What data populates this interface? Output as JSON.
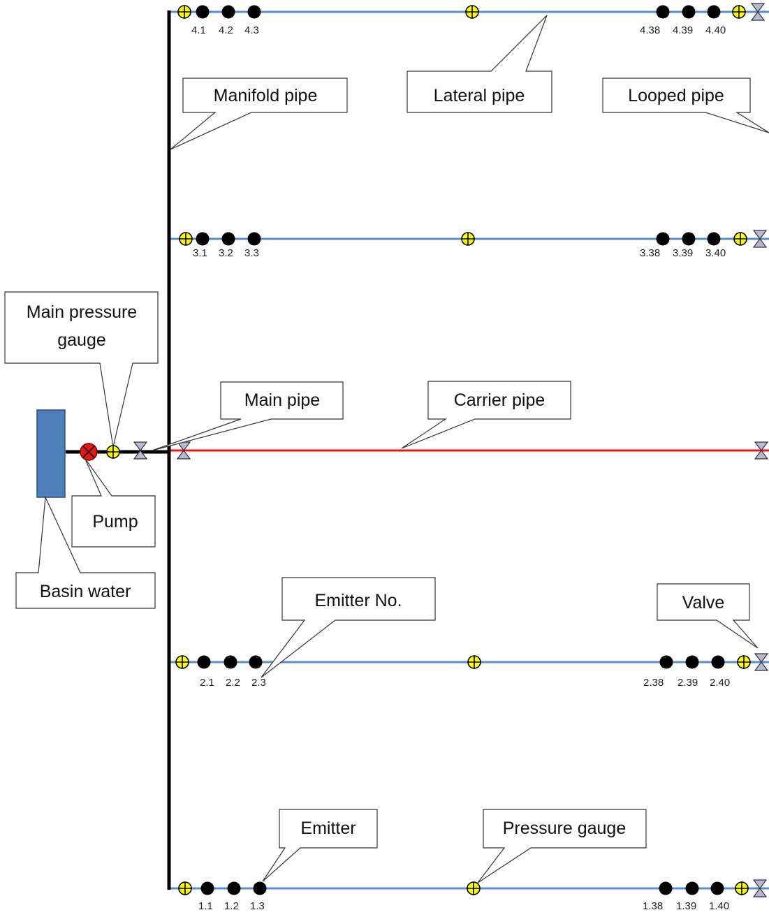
{
  "colors": {
    "lateral": "#5b8ec9",
    "carrier": "#e8161b",
    "manifold": "#000000",
    "basin": "#4f7fba",
    "pump": "#e8161b",
    "gauge": "#ffff00",
    "emitter": "#000000",
    "valve": "#b8b8d0"
  },
  "callouts": {
    "manifold_pipe": "Manifold pipe",
    "lateral_pipe": "Lateral pipe",
    "looped_pipe": "Looped pipe",
    "main_pressure_gauge_line1": "Main pressure",
    "main_pressure_gauge_line2": "gauge",
    "main_pipe": "Main pipe",
    "carrier_pipe": "Carrier pipe",
    "pump": "Pump",
    "basin_water": "Basin water",
    "emitter_no": "Emitter No.",
    "valve": "Valve",
    "emitter": "Emitter",
    "pressure_gauge": "Pressure gauge"
  },
  "laterals": [
    {
      "id": "4",
      "left_labels": [
        "4.1",
        "4.2",
        "4.3"
      ],
      "right_labels": [
        "4.38",
        "4.39",
        "4.40"
      ]
    },
    {
      "id": "3",
      "left_labels": [
        "3.1",
        "3.2",
        "3.3"
      ],
      "right_labels": [
        "3.38",
        "3.39",
        "3.40"
      ]
    },
    {
      "id": "2",
      "left_labels": [
        "2.1",
        "2.2",
        "2.3"
      ],
      "right_labels": [
        "2.38",
        "2.39",
        "2.40"
      ]
    },
    {
      "id": "1",
      "left_labels": [
        "1.1",
        "1.2",
        "1.3"
      ],
      "right_labels": [
        "1.38",
        "1.39",
        "1.40"
      ]
    }
  ]
}
